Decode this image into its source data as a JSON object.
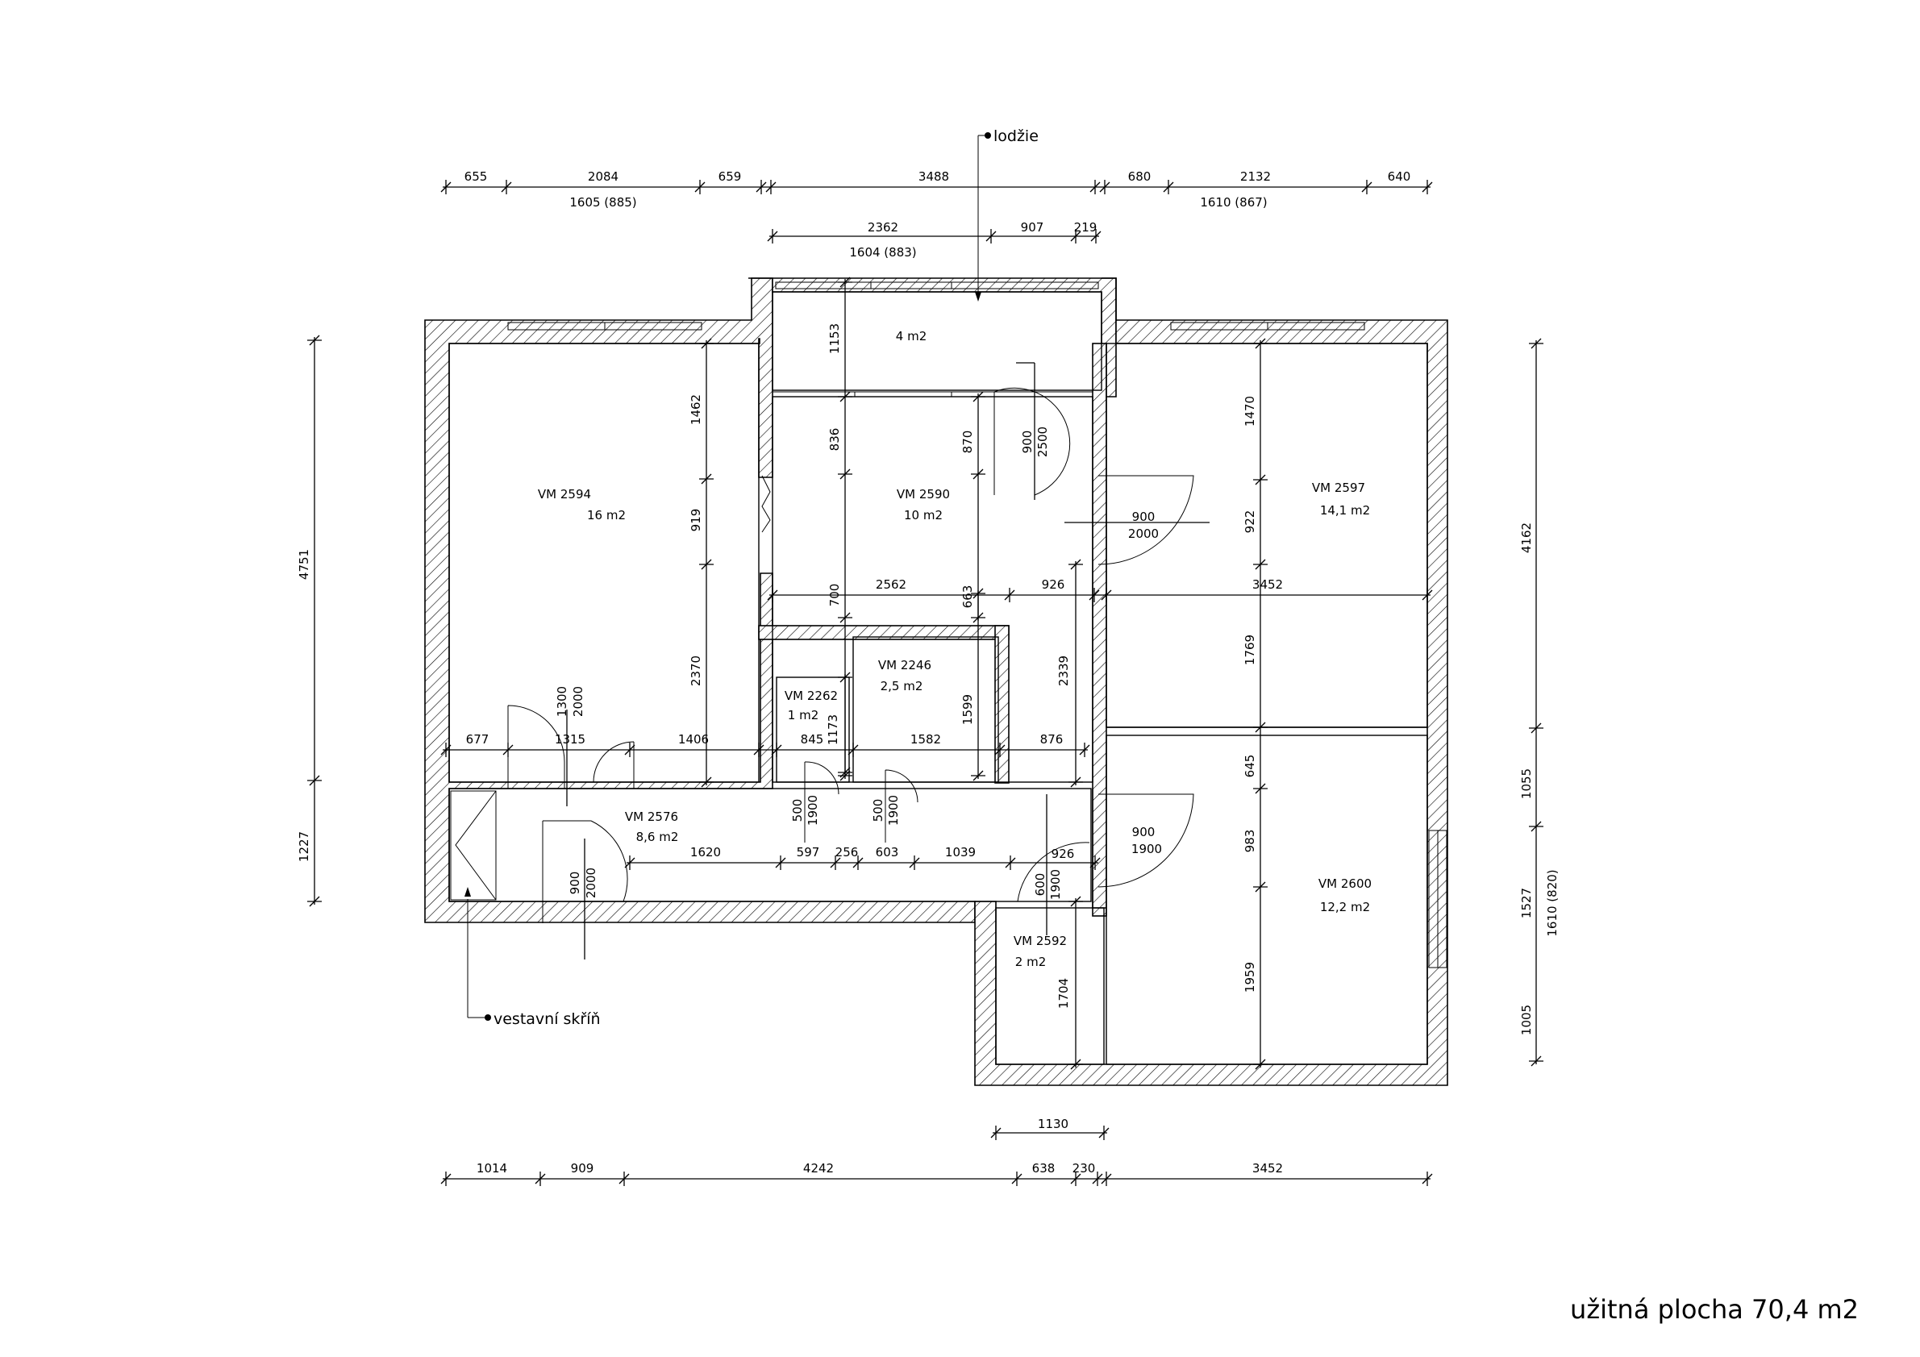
{
  "summary": {
    "usable_area": "užitná plocha 70,4 m2"
  },
  "notes": {
    "loggia": "lodžie",
    "wardrobe": "vestavní skříň"
  },
  "rooms": [
    {
      "id": "VM 2594",
      "area": "16 m2"
    },
    {
      "id": "VM 2590",
      "area": "10 m2"
    },
    {
      "id": "",
      "area": "4 m2"
    },
    {
      "id": "VM 2597",
      "area": "14,1 m2"
    },
    {
      "id": "VM 2262",
      "area": "1 m2"
    },
    {
      "id": "VM 2246",
      "area": "2,5 m2"
    },
    {
      "id": "VM 2576",
      "area": "8,6 m2"
    },
    {
      "id": "VM 2600",
      "area": "12,2 m2"
    },
    {
      "id": "VM 2592",
      "area": "2 m2"
    }
  ],
  "dims_top_1": [
    "655",
    "2084",
    "659",
    "3488",
    "680",
    "2132",
    "640"
  ],
  "dims_top_1_sub": [
    "1605 (885)",
    "1610 (867)"
  ],
  "dims_top_2": [
    "2362",
    "907",
    "219"
  ],
  "dims_top_2_sub": "1604 (883)",
  "dims_bottom": [
    "1014",
    "909",
    "4242",
    "638",
    "230",
    "3452"
  ],
  "dims_bottom_2": "1130",
  "dims_left": [
    "4751",
    "1227"
  ],
  "dims_right": [
    "4162",
    "1055",
    "1527",
    "1610 (820)",
    "1005"
  ],
  "dims_inner": {
    "a": [
      "1462",
      "919",
      "2370"
    ],
    "b": [
      "1153",
      "836",
      "870",
      "900",
      "2500"
    ],
    "c": [
      "900",
      "2000"
    ],
    "d": [
      "1470",
      "922",
      "1769",
      "645",
      "983",
      "1959"
    ],
    "e": [
      "2562",
      "700",
      "663",
      "926",
      "3452"
    ],
    "f": [
      "2339",
      "1599",
      "1173"
    ],
    "g": [
      "677",
      "1315",
      "1406",
      "845",
      "1582",
      "876"
    ],
    "h": [
      "1300",
      "2000"
    ],
    "i": [
      "500",
      "1900",
      "500",
      "1900"
    ],
    "j": [
      "1620",
      "597",
      "256",
      "603",
      "1039",
      "926"
    ],
    "k": [
      "900",
      "2000"
    ],
    "l": [
      "600",
      "1900"
    ],
    "m": [
      "900",
      "1900"
    ],
    "n": [
      "1704"
    ]
  }
}
